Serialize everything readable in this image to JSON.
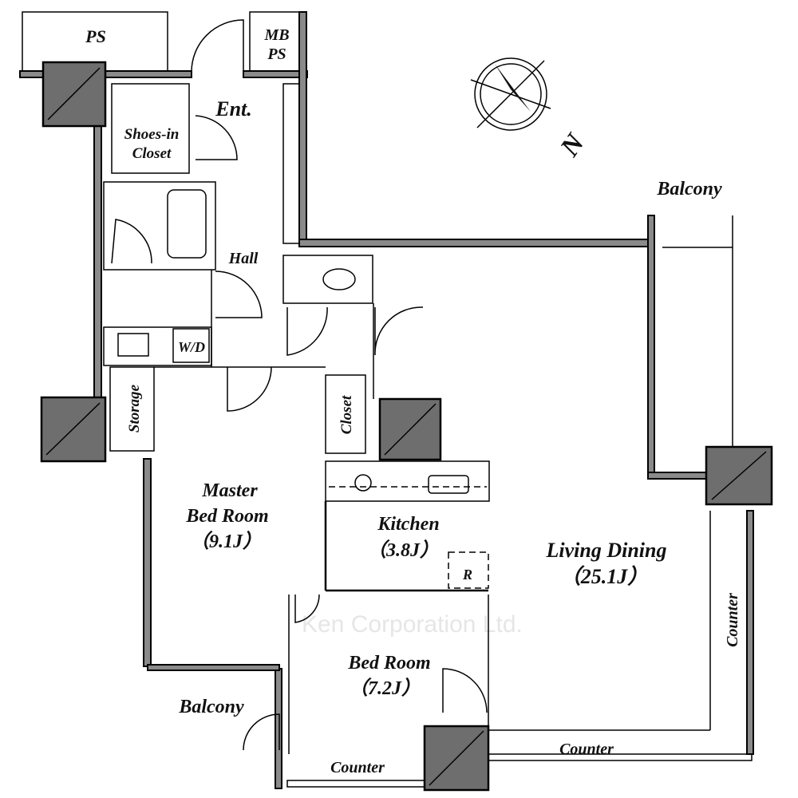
{
  "watermark": "Ken Corporation Ltd.",
  "compass": {
    "north_label": "N"
  },
  "rooms": {
    "ps": "PS",
    "mb_ps_1": "MB",
    "mb_ps_2": "PS",
    "entrance": "Ent.",
    "shoes_closet_1": "Shoes-in",
    "shoes_closet_2": "Closet",
    "hall": "Hall",
    "washer_dryer": "W/D",
    "storage": "Storage",
    "closet": "Closet",
    "master_bed_1": "Master",
    "master_bed_2": "Bed Room",
    "master_bed_size": "（9.1J）",
    "kitchen": "Kitchen",
    "kitchen_size": "（3.8J）",
    "refrigerator": "R",
    "living": "Living Dining",
    "living_size": "（25.1J）",
    "bed": "Bed Room",
    "bed_size": "（7.2J）",
    "balcony_sw": "Balcony",
    "balcony_ne": "Balcony",
    "counter_bottom_left": "Counter",
    "counter_bottom_right": "Counter",
    "counter_right": "Counter"
  }
}
